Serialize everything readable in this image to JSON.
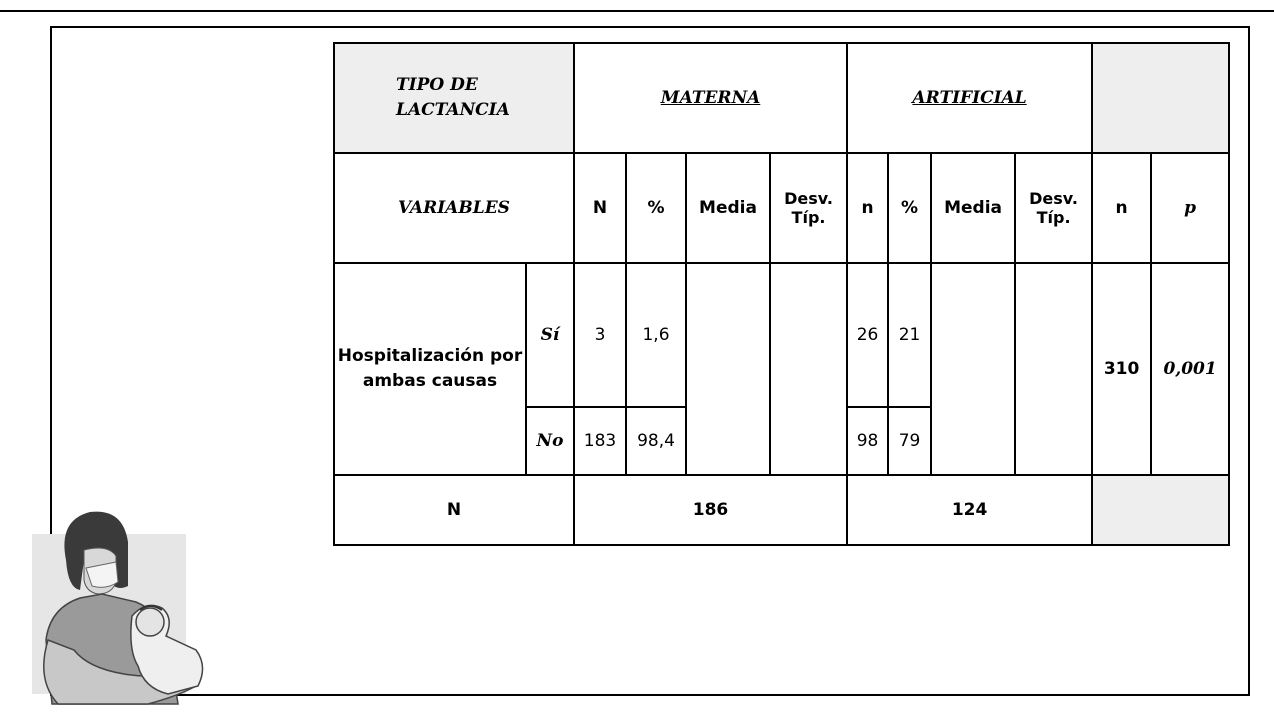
{
  "table": {
    "header_row1": {
      "tipo": "TIPO DE LACTANCIA",
      "materna": "MATERNA",
      "artificial": "ARTIFICIAL",
      "blank": ""
    },
    "header_row2": {
      "variables": "VARIABLES",
      "materna_cols": [
        "N",
        "%",
        "Media",
        "Desv. Típ."
      ],
      "artificial_cols": [
        "n",
        "%",
        "Media",
        "Desv. Típ."
      ],
      "n": "n",
      "p": "p"
    },
    "hosp": {
      "label": "Hospitalización por ambas causas",
      "si": {
        "label": "Sí",
        "materna_n": "3",
        "materna_pct": "1,6",
        "artificial_n": "26",
        "artificial_pct": "21"
      },
      "no": {
        "label": "No",
        "materna_n": "183",
        "materna_pct": "98,4",
        "artificial_n": "98",
        "artificial_pct": "79"
      },
      "total_n": "310",
      "p_value": "0,001"
    },
    "footer": {
      "label": "N",
      "materna_total": "186",
      "artificial_total": "124"
    }
  }
}
